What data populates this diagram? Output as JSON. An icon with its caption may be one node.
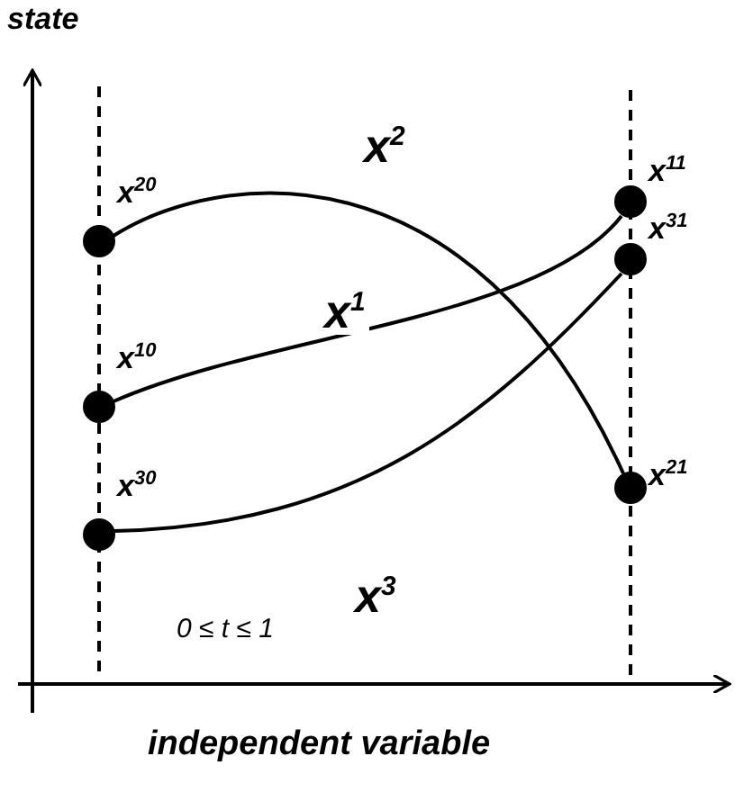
{
  "diagram": {
    "nodes": [
      {
        "text": [
          "x$^{20}$"
        ]
      },
      {
        "text": [
          "x$^{11}$"
        ]
      },
      {
        "text": [
          "x$^{31}$"
        ]
      },
      {
        "text": [
          "x$^{10}$"
        ]
      },
      {
        "text": [
          "x$^{21}$"
        ]
      },
      {
        "text": [
          "x$^{30}$"
        ]
      }
    ],
    "edges": [
      {
        "from": 3,
        "to": 1,
        "arrow": "none",
        "label": "x$^{1}$"
      },
      {
        "from": 0,
        "to": 4,
        "arrow": "none",
        "label": "x$^{2}$"
      },
      {
        "from": 5,
        "to": 2,
        "arrow": "none",
        "label": "x$^{3}$"
      }
    ],
    "labels": [
      "state",
      "0 ≤ t ≤ 1",
      "independent variable"
    ]
  }
}
